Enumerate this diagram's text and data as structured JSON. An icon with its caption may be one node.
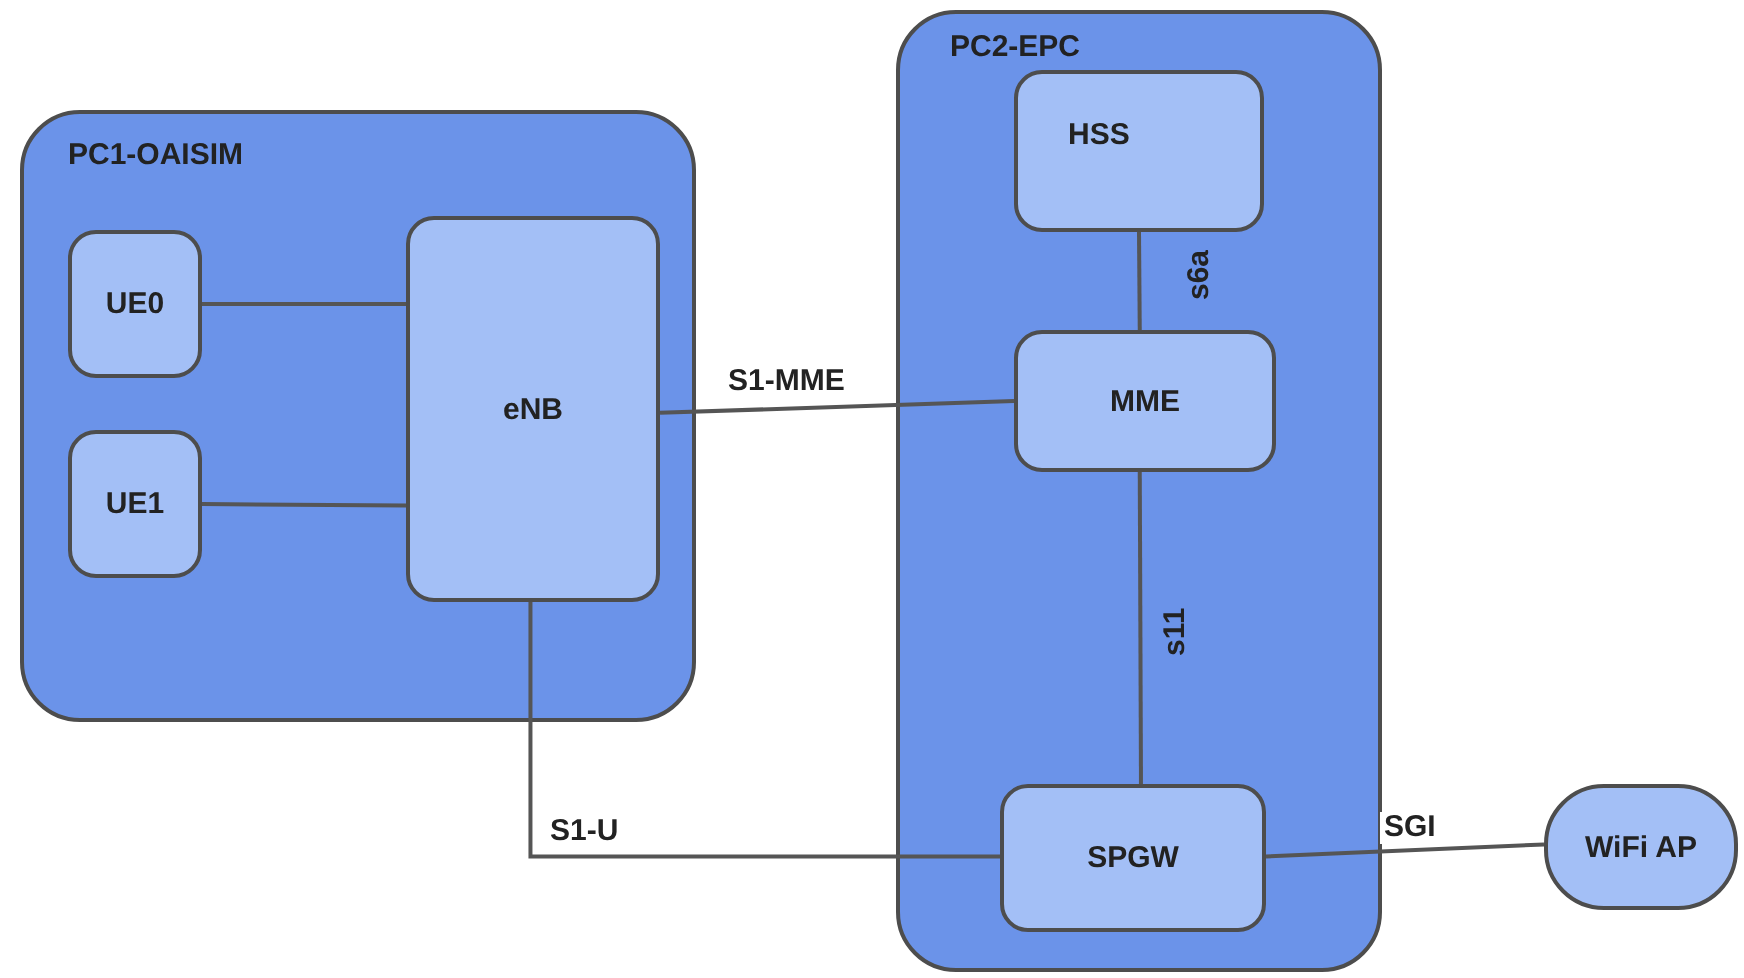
{
  "diagram": {
    "nodes": [
      {
        "text": [
          "PC1-OAISIM"
        ]
      },
      {
        "text": [
          "UE0"
        ],
        "in": 0
      },
      {
        "text": [
          "UE1"
        ],
        "in": 0
      },
      {
        "text": [
          "eNB"
        ],
        "in": 0
      },
      {
        "text": [
          "PC2-EPC"
        ]
      },
      {
        "text": [
          "HSS"
        ],
        "in": 4
      },
      {
        "text": [
          "MME"
        ],
        "in": 4
      },
      {
        "text": [
          "SPGW"
        ],
        "in": 4
      },
      {
        "text": [
          "WiFi AP"
        ]
      }
    ],
    "edges": [
      {
        "from": 1,
        "to": 3,
        "arrow": "none"
      },
      {
        "from": 2,
        "to": 3,
        "arrow": "none"
      },
      {
        "from": 3,
        "to": 6,
        "arrow": "none",
        "label": "S1-MME"
      },
      {
        "from": 5,
        "to": 6,
        "arrow": "none",
        "label": "s6a"
      },
      {
        "from": 6,
        "to": 7,
        "arrow": "none",
        "label": "s11"
      },
      {
        "from": 3,
        "to": 7,
        "arrow": "none",
        "label": "S1-U"
      },
      {
        "from": 7,
        "to": 8,
        "arrow": "none",
        "label": "SGI"
      }
    ]
  }
}
